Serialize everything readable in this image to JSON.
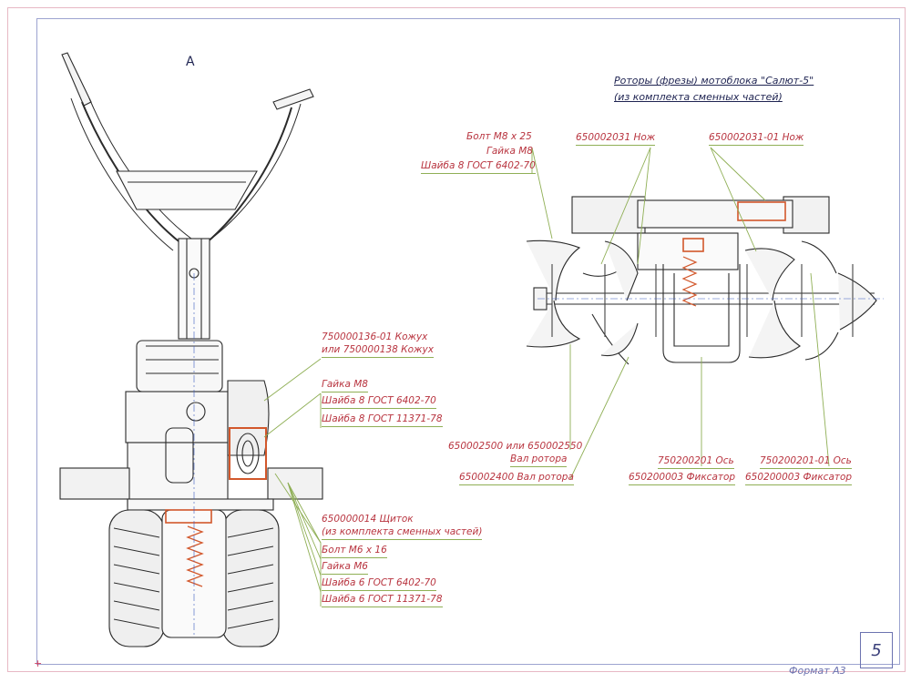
{
  "view_label": "А",
  "page_number": "5",
  "format_label": "Формат А3",
  "right_title": {
    "line1": "Роторы (фрезы) мотоблока \"Салют-5\"",
    "line2": "(из комплекта сменных частей)"
  },
  "left_labels": {
    "kozhukh1": "750000136-01 Кожух",
    "kozhukh2": "или 750000138 Кожух",
    "gaika_m8": "Гайка М8",
    "shaiba8_6402": "Шайба 8 ГОСТ 6402-70",
    "shaiba8_11371": "Шайба 8 ГОСТ 11371-78",
    "shchitok1": "650000014  Щиток",
    "shchitok2": "(из комплекта сменных частей)",
    "bolt_m6": "Болт М6 х 16",
    "gaika_m6": "Гайка М6",
    "shaiba6_6402": "Шайба 6 ГОСТ 6402-70",
    "shaiba6_11371": "Шайба 6 ГОСТ 11371-78"
  },
  "right_labels": {
    "bolt_m8": "Болт М8 х 25",
    "gaika_m8": "Гайка М8",
    "shaiba8": "Шайба 8 ГОСТ 6402-70",
    "nozh1": "650002031  Нож",
    "nozh2": "650002031-01  Нож",
    "val1a": "650002500 или 650002550",
    "val1b": "Вал ротора",
    "val2": "650002400 Вал ротора",
    "os1": "750200201  Ось",
    "fiks1": "650200003  Фиксатор",
    "os2": "750200201-01  Ось",
    "fiks2": "650200003  Фиксатор"
  },
  "colors": {
    "line": "#2b2b2b",
    "leader": "#8faf55",
    "label": "#b8343f",
    "accent": "#d2572b"
  }
}
